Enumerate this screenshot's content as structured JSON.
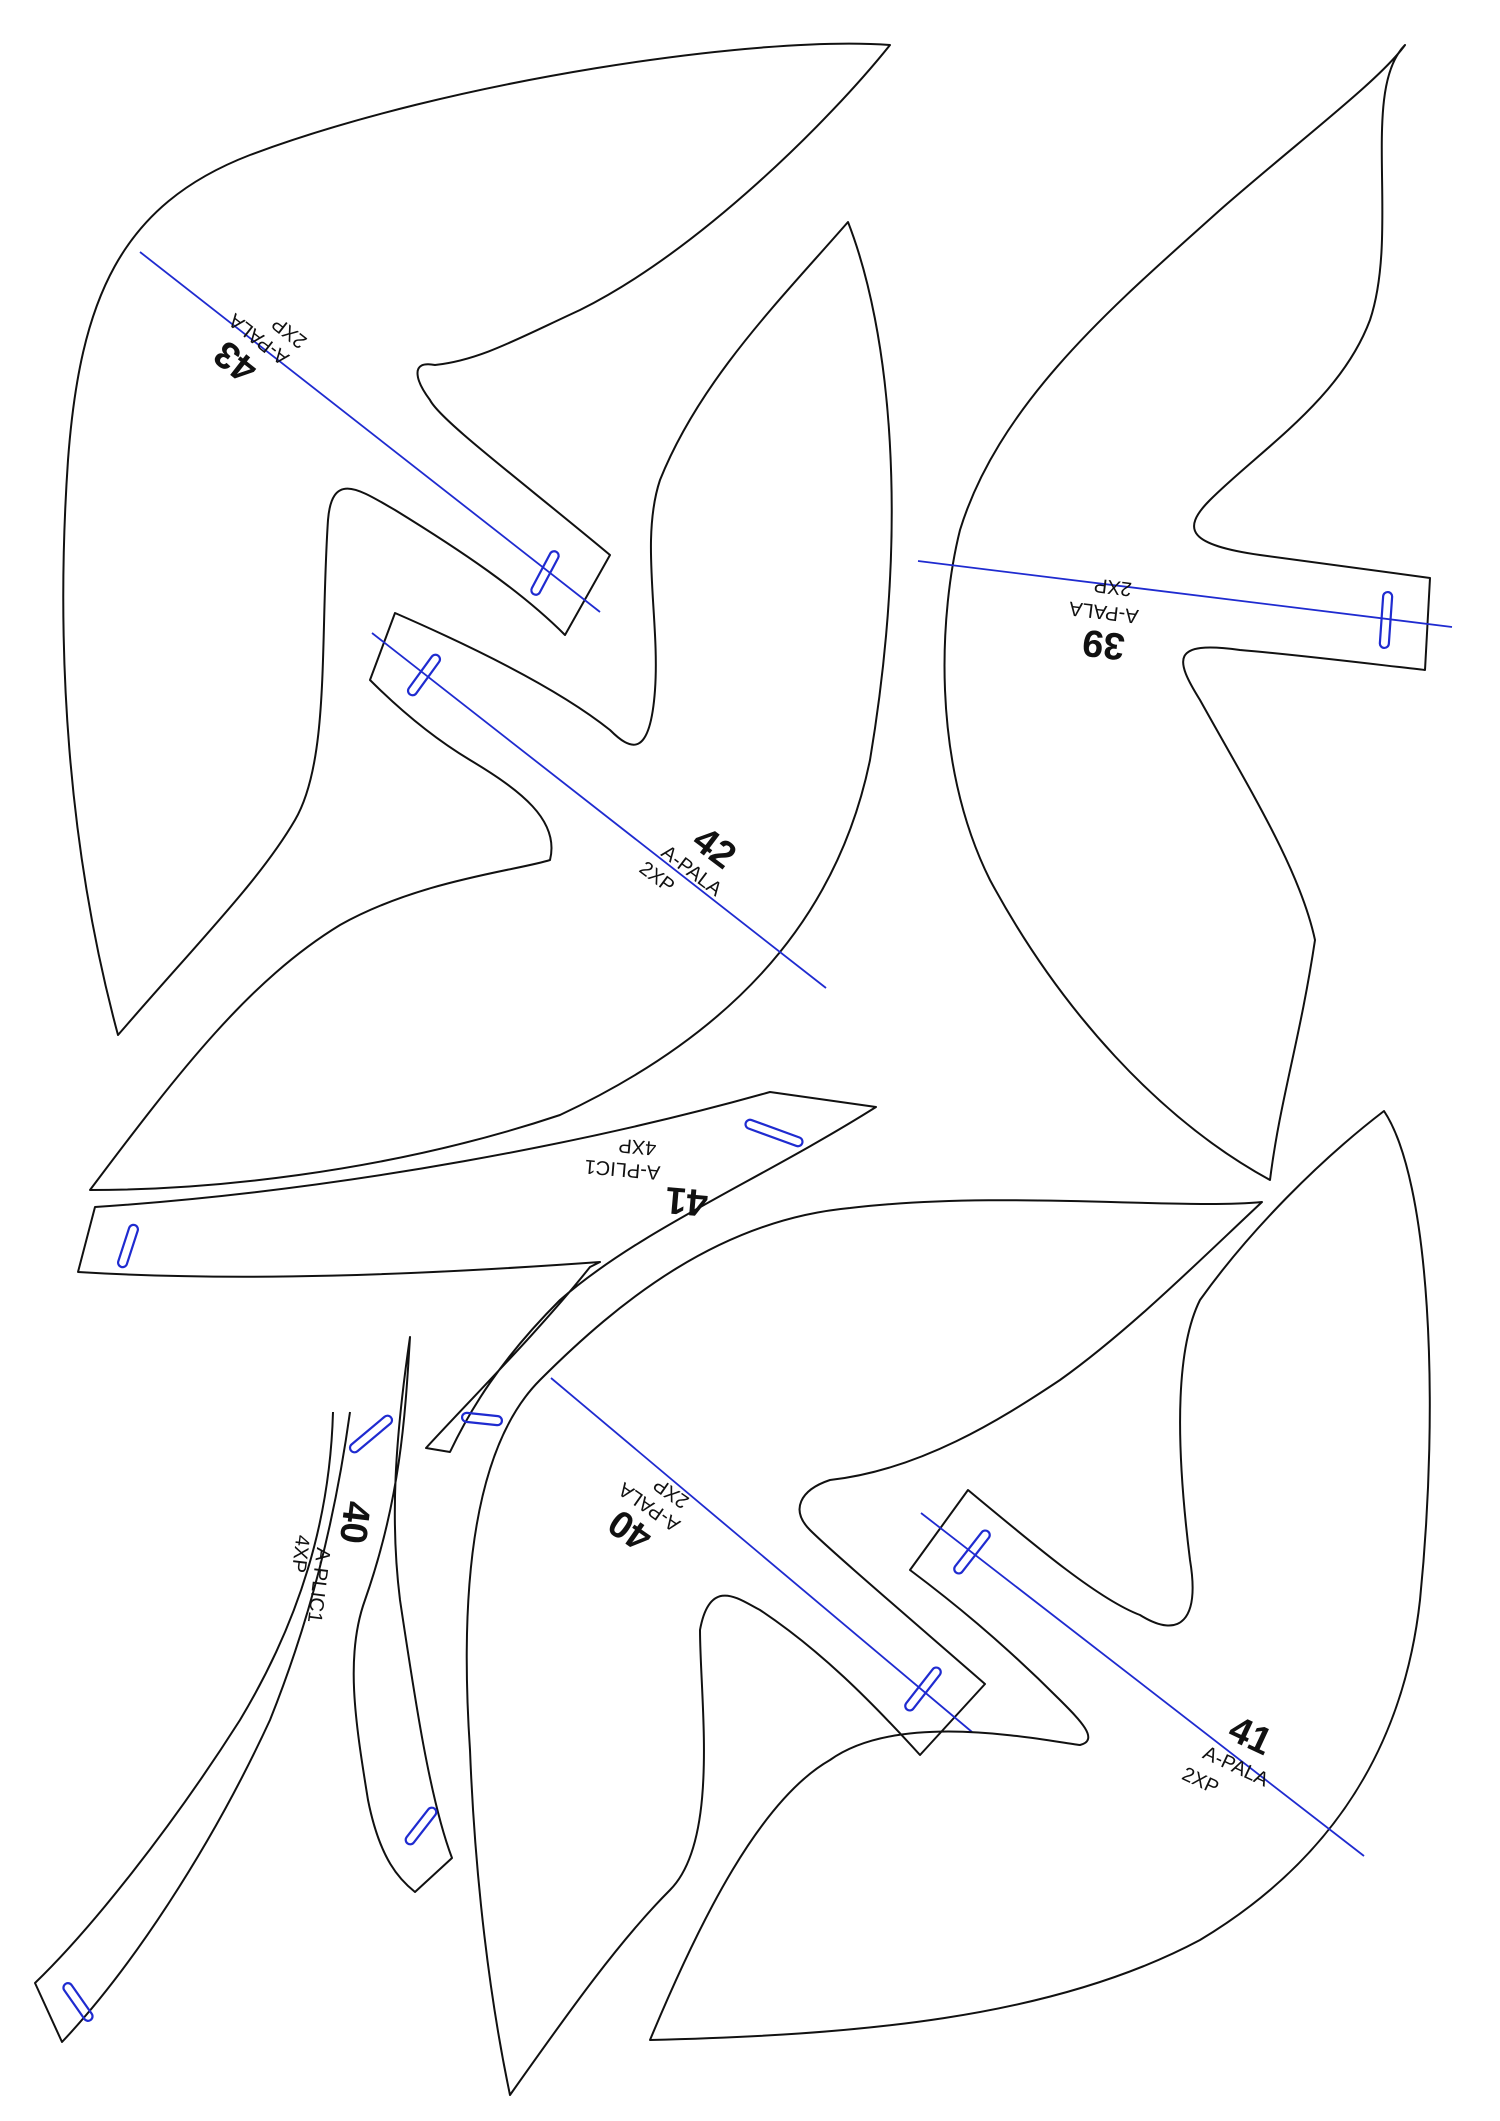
{
  "colors": {
    "outline": "#111111",
    "grain_line": "#1f2bd0",
    "slot": "#1f2bd0",
    "paper": "#ffffff"
  },
  "pieces": {
    "p43": {
      "number": "43",
      "name": "A-PALA",
      "qty": "2XP"
    },
    "p42": {
      "number": "42",
      "name": "A-PALA",
      "qty": "2XP"
    },
    "p39": {
      "number": "39",
      "name": "A-PALA",
      "qty": "2XP"
    },
    "p41s": {
      "number": "41",
      "name": "A-PLIC1",
      "qty": "4XP"
    },
    "p40s": {
      "number": "40",
      "name": "A-PLIC1",
      "qty": "4XP"
    },
    "p40": {
      "number": "40",
      "name": "A-PALA",
      "qty": "2XP"
    },
    "p41": {
      "number": "41",
      "name": "A-PALA",
      "qty": "2XP"
    }
  }
}
